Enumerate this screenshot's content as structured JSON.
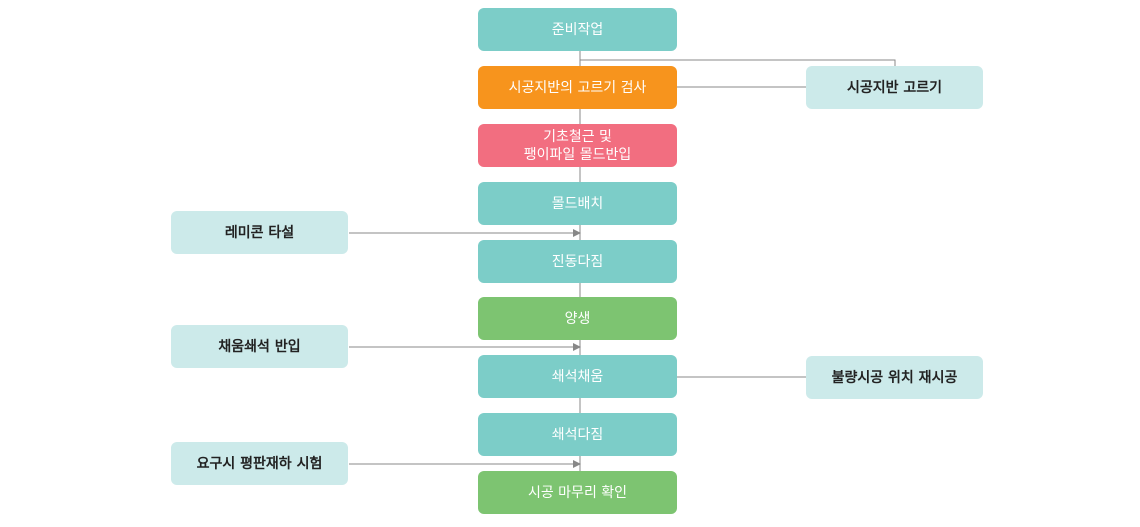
{
  "colors": {
    "teal": "#7ccdc8",
    "orange": "#f7941d",
    "pink": "#f26e80",
    "green": "#7dc471",
    "side": "#cceaea",
    "line": "#888888"
  },
  "steps": [
    {
      "label": "준비작업",
      "color": "teal"
    },
    {
      "label": "시공지반의 고르기 검사",
      "color": "orange"
    },
    {
      "label": "기초철근 및\n팽이파일 몰드반입",
      "color": "pink"
    },
    {
      "label": "몰드배치",
      "color": "teal"
    },
    {
      "label": "진동다짐",
      "color": "teal"
    },
    {
      "label": "양생",
      "color": "green"
    },
    {
      "label": "쇄석채움",
      "color": "teal"
    },
    {
      "label": "쇄석다짐",
      "color": "teal"
    },
    {
      "label": "시공 마무리 확인",
      "color": "green"
    }
  ],
  "side_inputs": [
    {
      "label": "레미콘 타설"
    },
    {
      "label": "채움쇄석 반입"
    },
    {
      "label": "요구시 평판재하 시험"
    }
  ],
  "side_outputs": [
    {
      "label": "시공지반 고르기"
    },
    {
      "label": "불량시공 위치 재시공"
    }
  ]
}
